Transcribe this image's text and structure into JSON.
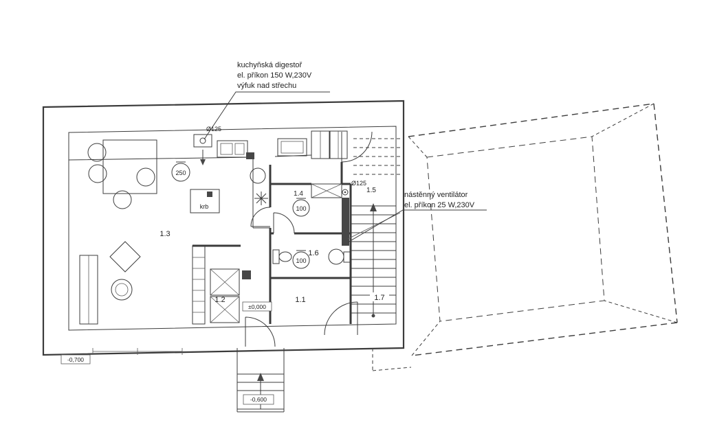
{
  "annotations": {
    "kitchen_hood": {
      "line1": "kuchyňská digestoř",
      "line2": "el. příkon 150 W,230V",
      "line3": "výfuk nad střechu"
    },
    "wall_fan": {
      "line1": "nástěnný ventilátor",
      "line2": "el. příkon 25 W,230V"
    }
  },
  "ducts": {
    "hood_diameter": "Ø125",
    "fan_diameter": "Ø125",
    "kitchen_ceiling_vent": "250",
    "bathroom_ceiling_vent": "100",
    "wc_ceiling_vent": "100"
  },
  "rooms": {
    "living_room": "1.3",
    "hallway": "1.1",
    "pantry": "1.2",
    "bathroom": "1.4",
    "corridor": "1.5",
    "wc": "1.6",
    "staircase": "1.7"
  },
  "features": {
    "fireplace": "krb"
  },
  "levels": {
    "ground_floor": "±0,000",
    "terrace": "-0,700",
    "entrance_steps": "-0,600"
  },
  "colors": {
    "ink": "#3b3b3b",
    "paper": "#ffffff"
  }
}
